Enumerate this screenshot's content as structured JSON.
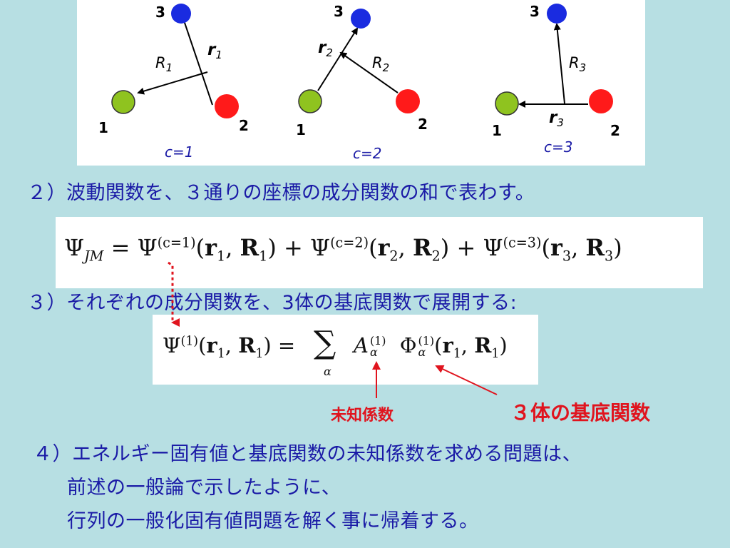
{
  "diagrams": [
    {
      "caption": "c=1",
      "label_big_R": "R",
      "label_big_R_sub": "1",
      "label_small_r": "r",
      "label_small_r_sub": "1",
      "particle_labels": [
        "1",
        "2",
        "3"
      ]
    },
    {
      "caption": "c=2",
      "label_big_R": "R",
      "label_big_R_sub": "2",
      "label_small_r": "r",
      "label_small_r_sub": "2",
      "particle_labels": [
        "1",
        "2",
        "3"
      ]
    },
    {
      "caption": "c=3",
      "label_big_R": "R",
      "label_big_R_sub": "3",
      "label_small_r": "r",
      "label_small_r_sub": "3",
      "particle_labels": [
        "1",
        "2",
        "3"
      ]
    }
  ],
  "colors": {
    "particle1": "#8fc31f",
    "particle2": "#ff1a1a",
    "particle3": "#1a2be0",
    "body_text": "#1a1aa6",
    "accent_red": "#e0141e"
  },
  "step2": "２）波動関数を、３通りの座標の成分関数の和で表わす。",
  "step3": "３）それぞれの成分関数を、3体の基底関数で展開する:",
  "eq1": {
    "psi_jm": "Ψ",
    "jm_sub": "JM",
    "equals": " = ",
    "t1_sup": "(c=1)",
    "t1_args_pre": "(",
    "r1": "r",
    "r1_sub": "1",
    "comma": ", ",
    "R1": "R",
    "R1_sub": "1",
    "close": ")",
    "plus": " + ",
    "t2_sup": "(c=2)",
    "r2_sub": "2",
    "R2_sub": "2",
    "t3_sup": "(c=3)",
    "r3_sub": "3",
    "R3_sub": "3"
  },
  "eq2": {
    "psi": "Ψ",
    "sup1": "(1)",
    "sum": "∑",
    "alpha": "α",
    "A": "A",
    "phi": "Φ"
  },
  "labels": {
    "unknown_coeff": "未知係数",
    "basis_3body": "３体の基底関数"
  },
  "step4": {
    "line1": "４）エネルギー固有値と基底関数の未知係数を求める問題は、",
    "line2": "前述の一般論で示したように、",
    "line3": "行列の一般化固有値問題を解く事に帰着する。"
  }
}
